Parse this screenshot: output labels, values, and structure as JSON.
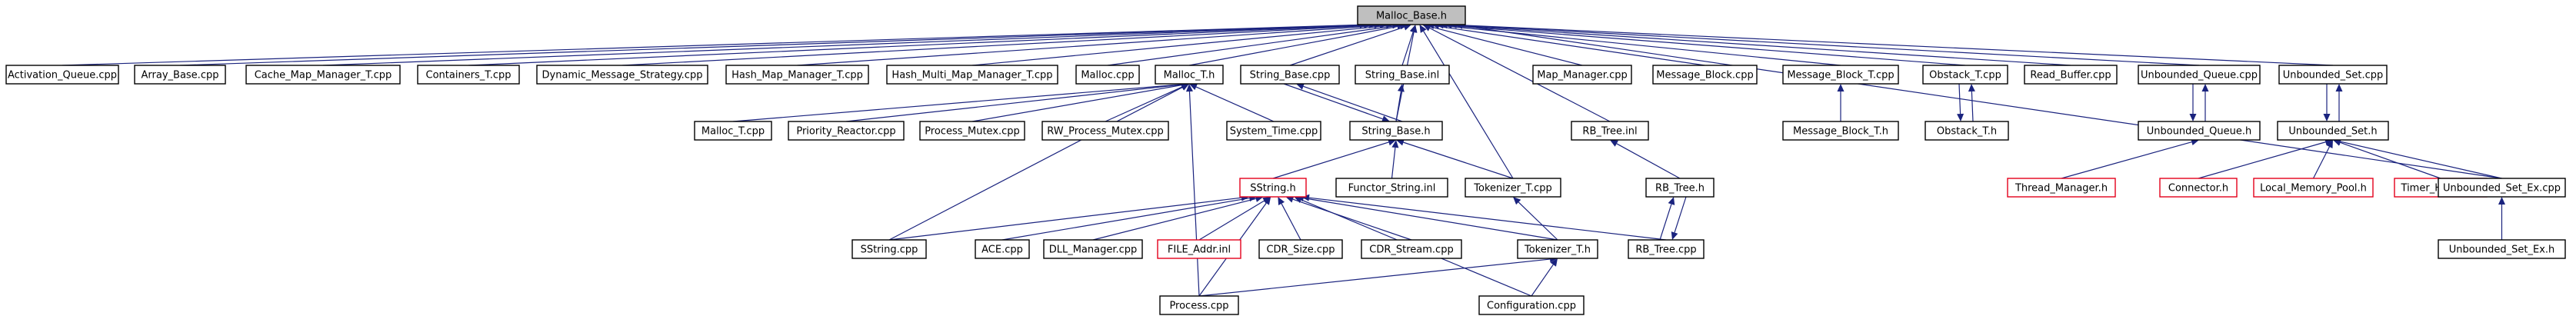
{
  "colors": {
    "edge": "#1a237e",
    "highlight_fill": "#bfbfbf",
    "missing_border": "#e4001b",
    "node_border": "#000000"
  },
  "nodes": [
    {
      "id": "malloc_base_h",
      "label": "Malloc_Base.h",
      "style": "gray"
    },
    {
      "id": "activation_queue_cpp",
      "label": "Activation_Queue.cpp",
      "style": "normal"
    },
    {
      "id": "array_base_cpp",
      "label": "Array_Base.cpp",
      "style": "normal"
    },
    {
      "id": "cache_map_manager_t_cpp",
      "label": "Cache_Map_Manager_T.cpp",
      "style": "normal"
    },
    {
      "id": "containers_t_cpp",
      "label": "Containers_T.cpp",
      "style": "normal"
    },
    {
      "id": "dynamic_message_strategy_cpp",
      "label": "Dynamic_Message_Strategy.cpp",
      "style": "normal"
    },
    {
      "id": "hash_map_manager_t_cpp",
      "label": "Hash_Map_Manager_T.cpp",
      "style": "normal"
    },
    {
      "id": "hash_multi_map_manager_t_cpp",
      "label": "Hash_Multi_Map_Manager_T.cpp",
      "style": "normal"
    },
    {
      "id": "malloc_cpp",
      "label": "Malloc.cpp",
      "style": "normal"
    },
    {
      "id": "malloc_t_h",
      "label": "Malloc_T.h",
      "style": "normal"
    },
    {
      "id": "string_base_cpp",
      "label": "String_Base.cpp",
      "style": "normal"
    },
    {
      "id": "string_base_inl",
      "label": "String_Base.inl",
      "style": "normal"
    },
    {
      "id": "map_manager_cpp",
      "label": "Map_Manager.cpp",
      "style": "normal"
    },
    {
      "id": "message_block_cpp",
      "label": "Message_Block.cpp",
      "style": "normal"
    },
    {
      "id": "message_block_t_cpp",
      "label": "Message_Block_T.cpp",
      "style": "normal"
    },
    {
      "id": "obstack_t_cpp",
      "label": "Obstack_T.cpp",
      "style": "normal"
    },
    {
      "id": "read_buffer_cpp",
      "label": "Read_Buffer.cpp",
      "style": "normal"
    },
    {
      "id": "unbounded_queue_cpp",
      "label": "Unbounded_Queue.cpp",
      "style": "normal"
    },
    {
      "id": "unbounded_set_cpp",
      "label": "Unbounded_Set.cpp",
      "style": "normal"
    },
    {
      "id": "malloc_t_cpp",
      "label": "Malloc_T.cpp",
      "style": "normal"
    },
    {
      "id": "priority_reactor_cpp",
      "label": "Priority_Reactor.cpp",
      "style": "normal"
    },
    {
      "id": "process_mutex_cpp",
      "label": "Process_Mutex.cpp",
      "style": "normal"
    },
    {
      "id": "rw_process_mutex_cpp",
      "label": "RW_Process_Mutex.cpp",
      "style": "normal"
    },
    {
      "id": "system_time_cpp",
      "label": "System_Time.cpp",
      "style": "normal"
    },
    {
      "id": "string_base_h",
      "label": "String_Base.h",
      "style": "normal"
    },
    {
      "id": "rb_tree_inl",
      "label": "RB_Tree.inl",
      "style": "normal"
    },
    {
      "id": "message_block_t_h",
      "label": "Message_Block_T.h",
      "style": "normal"
    },
    {
      "id": "obstack_t_h",
      "label": "Obstack_T.h",
      "style": "normal"
    },
    {
      "id": "unbounded_queue_h",
      "label": "Unbounded_Queue.h",
      "style": "normal"
    },
    {
      "id": "unbounded_set_h",
      "label": "Unbounded_Set.h",
      "style": "normal"
    },
    {
      "id": "sstring_h",
      "label": "SString.h",
      "style": "red"
    },
    {
      "id": "functor_string_inl",
      "label": "Functor_String.inl",
      "style": "normal"
    },
    {
      "id": "tokenizer_t_cpp",
      "label": "Tokenizer_T.cpp",
      "style": "normal"
    },
    {
      "id": "rb_tree_h",
      "label": "RB_Tree.h",
      "style": "normal"
    },
    {
      "id": "thread_manager_h",
      "label": "Thread_Manager.h",
      "style": "red"
    },
    {
      "id": "connector_h",
      "label": "Connector.h",
      "style": "red"
    },
    {
      "id": "local_memory_pool_h",
      "label": "Local_Memory_Pool.h",
      "style": "red"
    },
    {
      "id": "timer_heap_t_h",
      "label": "Timer_Heap_T.h",
      "style": "red"
    },
    {
      "id": "unbounded_set_ex_cpp",
      "label": "Unbounded_Set_Ex.cpp",
      "style": "normal"
    },
    {
      "id": "sstring_cpp",
      "label": "SString.cpp",
      "style": "normal"
    },
    {
      "id": "ace_cpp",
      "label": "ACE.cpp",
      "style": "normal"
    },
    {
      "id": "dll_manager_cpp",
      "label": "DLL_Manager.cpp",
      "style": "normal"
    },
    {
      "id": "file_addr_inl",
      "label": "FILE_Addr.inl",
      "style": "red"
    },
    {
      "id": "cdr_size_cpp",
      "label": "CDR_Size.cpp",
      "style": "normal"
    },
    {
      "id": "cdr_stream_cpp",
      "label": "CDR_Stream.cpp",
      "style": "normal"
    },
    {
      "id": "tokenizer_t_h",
      "label": "Tokenizer_T.h",
      "style": "normal"
    },
    {
      "id": "rb_tree_cpp",
      "label": "RB_Tree.cpp",
      "style": "normal"
    },
    {
      "id": "unbounded_set_ex_h",
      "label": "Unbounded_Set_Ex.h",
      "style": "normal"
    },
    {
      "id": "process_cpp",
      "label": "Process.cpp",
      "style": "normal"
    },
    {
      "id": "configuration_cpp",
      "label": "Configuration.cpp",
      "style": "normal"
    }
  ],
  "edges": [
    [
      "activation_queue_cpp",
      "malloc_base_h"
    ],
    [
      "array_base_cpp",
      "malloc_base_h"
    ],
    [
      "cache_map_manager_t_cpp",
      "malloc_base_h"
    ],
    [
      "containers_t_cpp",
      "malloc_base_h"
    ],
    [
      "dynamic_message_strategy_cpp",
      "malloc_base_h"
    ],
    [
      "hash_map_manager_t_cpp",
      "malloc_base_h"
    ],
    [
      "hash_multi_map_manager_t_cpp",
      "malloc_base_h"
    ],
    [
      "malloc_cpp",
      "malloc_base_h"
    ],
    [
      "malloc_t_h",
      "malloc_base_h"
    ],
    [
      "string_base_cpp",
      "malloc_base_h"
    ],
    [
      "string_base_inl",
      "malloc_base_h"
    ],
    [
      "map_manager_cpp",
      "malloc_base_h"
    ],
    [
      "message_block_cpp",
      "malloc_base_h"
    ],
    [
      "message_block_t_cpp",
      "malloc_base_h"
    ],
    [
      "obstack_t_cpp",
      "malloc_base_h"
    ],
    [
      "read_buffer_cpp",
      "malloc_base_h"
    ],
    [
      "unbounded_queue_cpp",
      "malloc_base_h"
    ],
    [
      "unbounded_set_cpp",
      "malloc_base_h"
    ],
    [
      "string_base_h",
      "malloc_base_h"
    ],
    [
      "rb_tree_inl",
      "malloc_base_h"
    ],
    [
      "tokenizer_t_cpp",
      "malloc_base_h"
    ],
    [
      "unbounded_set_ex_cpp",
      "malloc_base_h"
    ],
    [
      "malloc_t_cpp",
      "malloc_t_h"
    ],
    [
      "priority_reactor_cpp",
      "malloc_t_h"
    ],
    [
      "process_mutex_cpp",
      "malloc_t_h"
    ],
    [
      "rw_process_mutex_cpp",
      "malloc_t_h"
    ],
    [
      "system_time_cpp",
      "malloc_t_h"
    ],
    [
      "sstring_cpp",
      "malloc_t_h"
    ],
    [
      "string_base_h",
      "string_base_cpp"
    ],
    [
      "string_base_cpp",
      "string_base_h"
    ],
    [
      "string_base_h",
      "string_base_inl"
    ],
    [
      "sstring_h",
      "string_base_h"
    ],
    [
      "functor_string_inl",
      "string_base_h"
    ],
    [
      "tokenizer_t_cpp",
      "string_base_h"
    ],
    [
      "rb_tree_h",
      "rb_tree_inl"
    ],
    [
      "message_block_t_h",
      "message_block_t_cpp"
    ],
    [
      "obstack_t_cpp",
      "obstack_t_h"
    ],
    [
      "obstack_t_h",
      "obstack_t_cpp"
    ],
    [
      "unbounded_queue_cpp",
      "unbounded_queue_h"
    ],
    [
      "unbounded_queue_h",
      "unbounded_queue_cpp"
    ],
    [
      "unbounded_set_cpp",
      "unbounded_set_h"
    ],
    [
      "unbounded_set_h",
      "unbounded_set_cpp"
    ],
    [
      "thread_manager_h",
      "unbounded_queue_h"
    ],
    [
      "connector_h",
      "unbounded_set_h"
    ],
    [
      "local_memory_pool_h",
      "unbounded_set_h"
    ],
    [
      "timer_heap_t_h",
      "unbounded_set_h"
    ],
    [
      "unbounded_set_ex_cpp",
      "unbounded_set_h"
    ],
    [
      "unbounded_set_ex_h",
      "unbounded_set_ex_cpp"
    ],
    [
      "sstring_cpp",
      "sstring_h"
    ],
    [
      "ace_cpp",
      "sstring_h"
    ],
    [
      "dll_manager_cpp",
      "sstring_h"
    ],
    [
      "file_addr_inl",
      "sstring_h"
    ],
    [
      "cdr_size_cpp",
      "sstring_h"
    ],
    [
      "cdr_stream_cpp",
      "sstring_h"
    ],
    [
      "tokenizer_t_h",
      "sstring_h"
    ],
    [
      "rb_tree_cpp",
      "sstring_h"
    ],
    [
      "process_cpp",
      "sstring_h"
    ],
    [
      "configuration_cpp",
      "sstring_h"
    ],
    [
      "tokenizer_t_h",
      "tokenizer_t_cpp"
    ],
    [
      "rb_tree_cpp",
      "rb_tree_h"
    ],
    [
      "rb_tree_h",
      "rb_tree_cpp"
    ],
    [
      "process_cpp",
      "tokenizer_t_h"
    ],
    [
      "configuration_cpp",
      "tokenizer_t_h"
    ],
    [
      "process_cpp",
      "malloc_t_h"
    ]
  ]
}
